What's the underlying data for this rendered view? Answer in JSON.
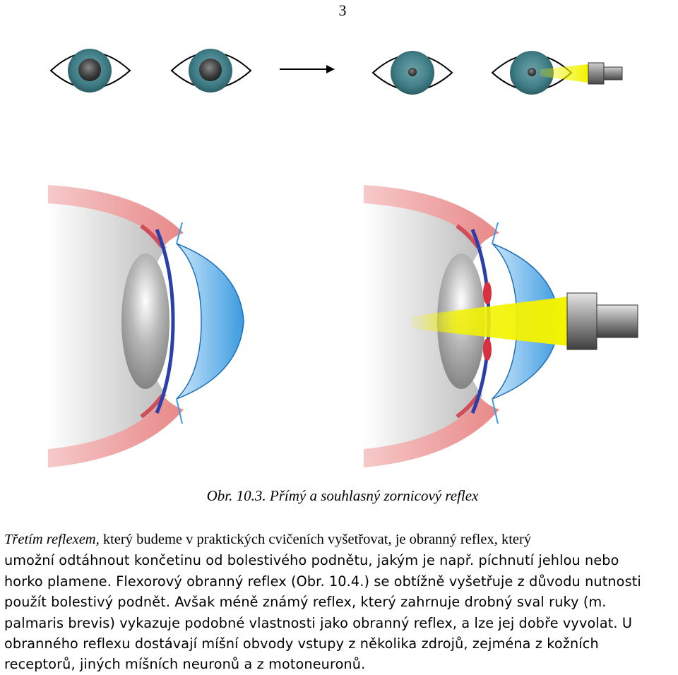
{
  "page": {
    "number": "3"
  },
  "figure": {
    "caption": "Obr. 10.3. Přímý a souhlasný zornicový reflex",
    "icons": [
      "eye-icon",
      "arrow-right-icon",
      "flashlight-icon",
      "eye-cross-section-icon"
    ],
    "colors": {
      "iris": "#3f7d86",
      "pupil": "#222222",
      "light_beam": "#f3f300",
      "cornea": "#4aa8e8",
      "muscle": "#d8606a",
      "lens": "#9a9a9a"
    }
  },
  "text": {
    "lead": "Třetím reflexem,",
    "lines": [
      " který budeme v praktických cvičeních vyšetřovat, je obranný reflex, který",
      "umožní odtáhnout končetinu od bolestivého podnětu, jakým je např. píchnutí jehlou nebo",
      "horko plamene. Flexorový obranný reflex (Obr. 10.4.)  se obtížně vyšetřuje z důvodu nutnosti",
      "použít bolestivý podnět. Avšak méně známý reflex, který zahrnuje drobný sval ruky (m.",
      "palmaris brevis) vykazuje podobné vlastnosti jako obranný reflex, a lze jej dobře vyvolat. U",
      "obranného reflexu dostávají míšní obvody vstupy z několika zdrojů, zejména z kožních",
      "receptorů, jiných míšních neuronů a z motoneuronů."
    ]
  }
}
